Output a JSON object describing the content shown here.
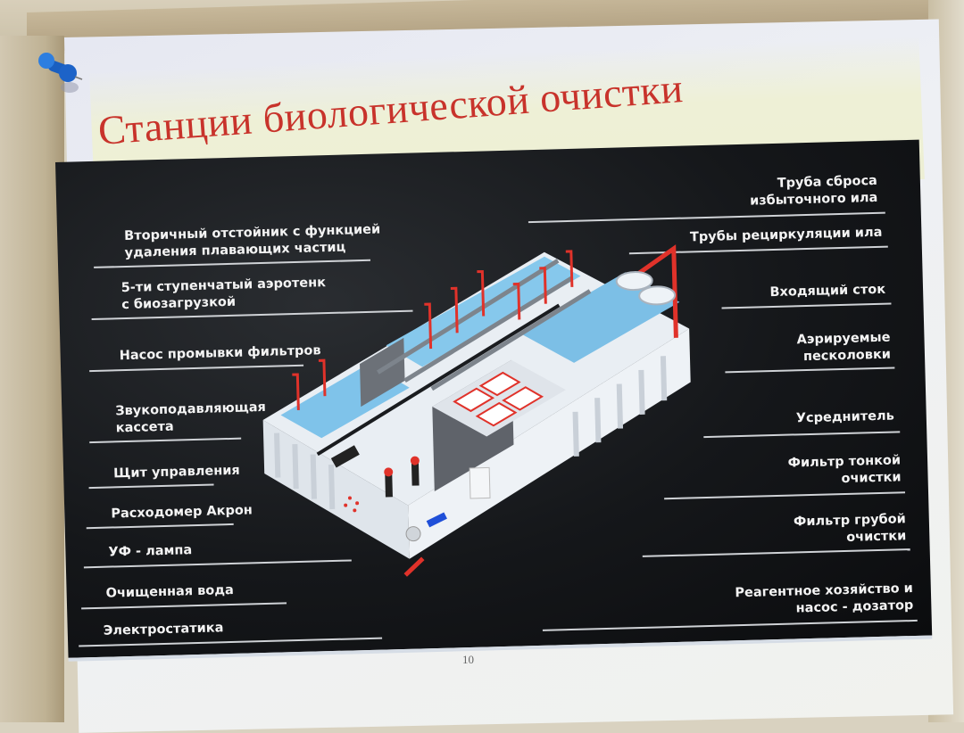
{
  "poster": {
    "title": "Станции биологической очистки",
    "page_number": "10",
    "colors": {
      "title": "#c8332b",
      "board_bg": "#121417",
      "label_text": "#f4f4f4",
      "water": "#7fc3ea",
      "pipe_red": "#e0322a",
      "pushpin": "#1f6fd1"
    }
  },
  "labels_left": [
    {
      "id": "secondary-clarifier",
      "lines": [
        "Вторичный отстойник с функцией",
        "удаления плавающих частиц"
      ]
    },
    {
      "id": "aerotank",
      "lines": [
        "5-ти ступенчатый аэротенк",
        "с биозагрузкой"
      ]
    },
    {
      "id": "filter-wash-pump",
      "lines": [
        "Насос промывки фильтров"
      ]
    },
    {
      "id": "sound-cassette",
      "lines": [
        "Звукоподавляющая",
        "кассета"
      ]
    },
    {
      "id": "control-panel",
      "lines": [
        "Щит управления"
      ]
    },
    {
      "id": "flowmeter",
      "lines": [
        "Расходомер Акрон"
      ]
    },
    {
      "id": "uv-lamp",
      "lines": [
        "УФ - лампа"
      ]
    },
    {
      "id": "treated-water",
      "lines": [
        "Очищенная вода"
      ]
    },
    {
      "id": "electrostatics",
      "lines": [
        "Электростатика"
      ]
    }
  ],
  "labels_right": [
    {
      "id": "excess-sludge-pipe",
      "lines": [
        "Труба сброса",
        "избыточного ила"
      ]
    },
    {
      "id": "sludge-recirculation-pipes",
      "lines": [
        "Трубы рециркуляции ила"
      ]
    },
    {
      "id": "incoming-flow",
      "lines": [
        "Входящий сток"
      ]
    },
    {
      "id": "aerated-grit-traps",
      "lines": [
        "Аэрируемые",
        "песколовки"
      ]
    },
    {
      "id": "equalizer",
      "lines": [
        "Усреднитель"
      ]
    },
    {
      "id": "fine-filter",
      "lines": [
        "Фильтр тонкой",
        "очистки"
      ]
    },
    {
      "id": "coarse-filter",
      "lines": [
        "Фильтр грубой",
        "очистки"
      ]
    },
    {
      "id": "reagent-dosing",
      "lines": [
        "Реагентное хозяйство и",
        "насос - дозатор"
      ]
    }
  ]
}
